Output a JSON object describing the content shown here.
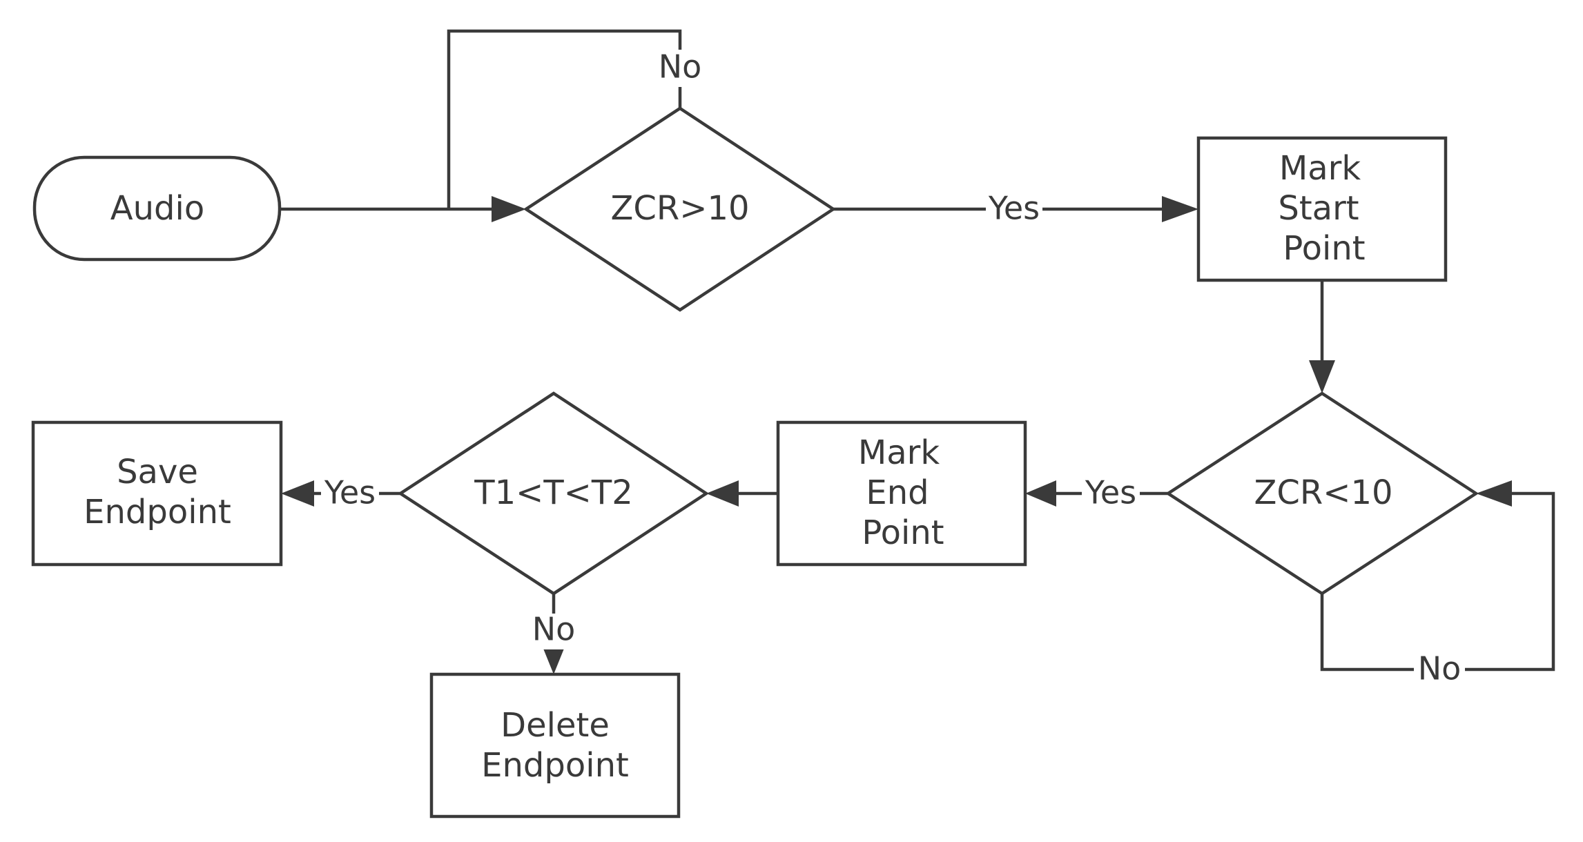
{
  "nodes": {
    "audio": "Audio",
    "zcr_gt": "ZCR>10",
    "mark_start": [
      "Mark",
      "Start",
      "Point"
    ],
    "zcr_lt": "ZCR<10",
    "mark_end": [
      "Mark",
      "End",
      "Point"
    ],
    "t_range": "T1<T<T2",
    "save": [
      "Save",
      "Endpoint"
    ],
    "delete": [
      "Delete",
      "Endpoint"
    ]
  },
  "edges": {
    "zcr_gt_no": "No",
    "zcr_gt_yes": "Yes",
    "zcr_lt_yes": "Yes",
    "zcr_lt_no": "No",
    "t_range_yes": "Yes",
    "t_range_no": "No"
  }
}
